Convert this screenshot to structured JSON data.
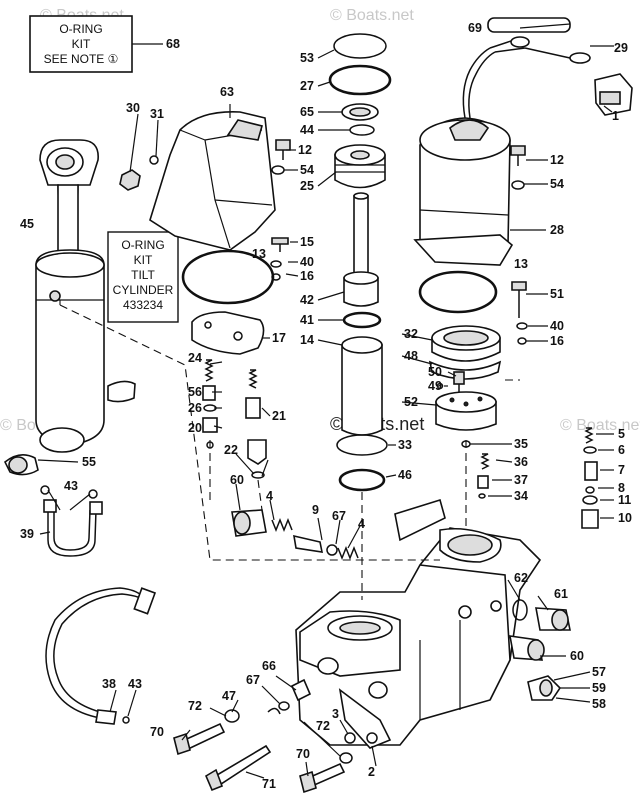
{
  "watermarks": [
    "© Boats.net",
    "© Boats.net",
    "© Boats.net",
    "© Boats.net",
    "© Boats.net"
  ],
  "notes": {
    "kit_note": [
      "O-RING",
      "KIT",
      "SEE NOTE ①"
    ],
    "tilt_kit": [
      "O-RING",
      "KIT",
      "TILT",
      "CYLINDER",
      "433234"
    ]
  },
  "labels": {
    "l68": "68",
    "l69": "69",
    "l29": "29",
    "l1": "1",
    "l53": "53",
    "l27": "27",
    "l63": "63",
    "l30": "30",
    "l31": "31",
    "l65": "65",
    "l44": "44",
    "l12a": "12",
    "l12b": "12",
    "l54a": "54",
    "l54b": "54",
    "l25": "25",
    "l28": "28",
    "l45": "45",
    "l15": "15",
    "l13a": "13",
    "l13b": "13",
    "l40a": "40",
    "l40b": "40",
    "l16a": "16",
    "l16b": "16",
    "l51": "51",
    "l42": "42",
    "l41": "41",
    "l17": "17",
    "l14": "14",
    "l32": "32",
    "l48": "48",
    "l24": "24",
    "l50": "50",
    "l49": "49",
    "l56": "56",
    "l52": "52",
    "l26": "26",
    "l21": "21",
    "l20": "20",
    "l5": "5",
    "l6": "6",
    "l33": "33",
    "l35": "35",
    "l22": "22",
    "l36": "36",
    "l7": "7",
    "l55": "55",
    "l46": "46",
    "l8": "8",
    "l60a": "60",
    "l37": "37",
    "l34": "34",
    "l11": "11",
    "l43a": "43",
    "l4a": "4",
    "l4b": "4",
    "l9": "9",
    "l67a": "67",
    "l10": "10",
    "l39": "39",
    "l62": "62",
    "l61": "61",
    "l60b": "60",
    "l66": "66",
    "l57": "57",
    "l59": "59",
    "l38": "38",
    "l43b": "43",
    "l67b": "67",
    "l47": "47",
    "l58": "58",
    "l72a": "72",
    "l72b": "72",
    "l3": "3",
    "l70a": "70",
    "l70b": "70",
    "l2": "2",
    "l71": "71"
  }
}
